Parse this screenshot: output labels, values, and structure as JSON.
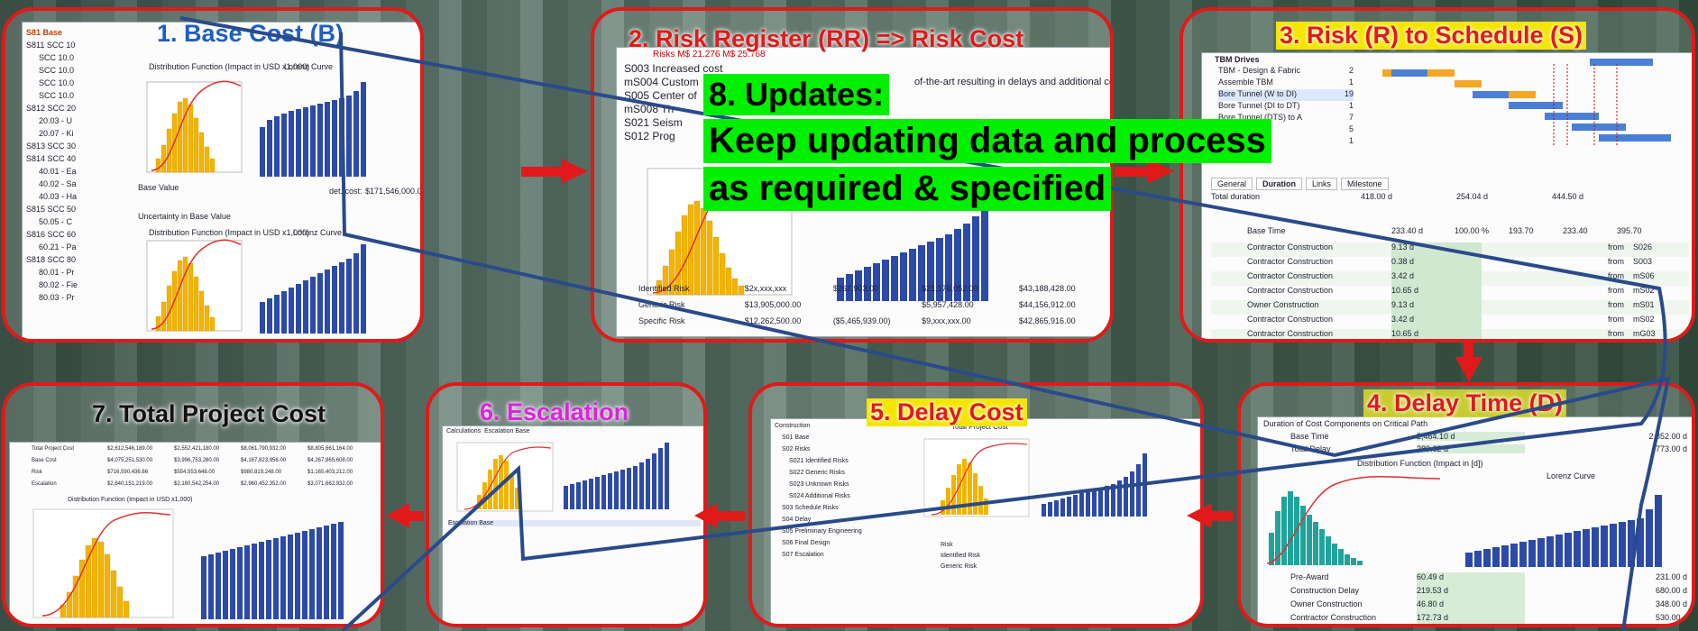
{
  "steps": {
    "s1": {
      "title": "1. Base Cost (B)",
      "color": "#1f5fbf"
    },
    "s2": {
      "title": "2. Risk Register (RR) => Risk Cost",
      "color": "#e01a1a"
    },
    "s3": {
      "title": "3. Risk (R) to Schedule (S)",
      "color": "#e01a1a"
    },
    "s4": {
      "title": "4. Delay Time (D)",
      "color": "#e01a1a"
    },
    "s5": {
      "title": "5. Delay Cost",
      "color": "#e01a1a"
    },
    "s6": {
      "title": "6. Escalation",
      "color": "#e020e0"
    },
    "s7": {
      "title": "7. Total Project Cost",
      "color": "#111111"
    }
  },
  "updates": {
    "heading": "8. Updates:",
    "line1": "Keep updating data and process",
    "line2": "as required & specified",
    "highlight": "#00f000"
  },
  "s1_shot": {
    "tree": [
      "S81 Base",
      "S811 SCC 10",
      "SCC 10.0",
      "SCC 10.0",
      "SCC 10.0",
      "SCC 10.0",
      "S812 SCC 20",
      "20.03 - U",
      "20.07 - Ki",
      "S813 SCC 30",
      "S814 SCC 40",
      "40.01 - Ea",
      "40.02 - Sa",
      "40.03 - Ha",
      "S815 SCC 50",
      "50.05 - C",
      "S816 SCC 60",
      "60.21 - Pa",
      "S818 SCC 80",
      "80.01 - Pr",
      "80.02 - Fie",
      "80.03 - Pr"
    ],
    "legend1": "Base Value",
    "legend2": "Uncertainty in Base Value",
    "dist_title": "Distribution Function (Impact in USD x1,000)",
    "lorenz": "Lorenz Curve",
    "det_cost": "det. cost:",
    "det_value": "$171,546,000.00"
  },
  "s2_shot": {
    "header": "Risks   M$ 21.276   M$ 25.768",
    "risks": [
      "S003 Increased cost",
      "mS004 Custom",
      "S005 Center of",
      "mS008 Th",
      "S021 Seism",
      "S012 Prog"
    ],
    "extra_text": "of-the-art resulting in delays and additional cc",
    "rows": [
      {
        "label": "Identified Risk",
        "c1": "$2x,xxx,xxx",
        "c2": "$267,903.00",
        "c3": "$21,176,052.00",
        "c4": "$43,188,428.00"
      },
      {
        "label": "Generic Risk",
        "c1": "$13,905,000.00",
        "c2": "",
        "c3": "$5,957,428.00",
        "c4": "$44,156,912.00"
      },
      {
        "label": "Specific Risk",
        "c1": "$12,262,500.00",
        "c2": "($5,465,939.00)",
        "c3": "$9,xxx,xxx.00",
        "c4": "$42,865,916.00"
      }
    ]
  },
  "s3_shot": {
    "tree_title": "TBM Drives",
    "tasks": [
      {
        "name": "TBM - Design & Fabric",
        "n": "2"
      },
      {
        "name": "Assemble TBM",
        "n": "1"
      },
      {
        "name": "Bore Tunnel (W to DI)",
        "n": "19"
      },
      {
        "name": "Bore Tunnel (DI to DT)",
        "n": "1"
      },
      {
        "name": "Bore Tunnel (DTS) to A",
        "n": "7"
      },
      {
        "name": "",
        "n": "5"
      },
      {
        "name": "",
        "n": "1"
      }
    ],
    "tabs": [
      "General",
      "Duration",
      "Links",
      "Milestone"
    ],
    "total": {
      "label": "Total duration",
      "v1": "418.00 d",
      "v2": "254.04 d",
      "v3": "444.50 d"
    },
    "base": {
      "label": "Base Time",
      "v1": "233.40 d",
      "pct": "100.00 %",
      "a": "193.70",
      "b": "233.40",
      "c": "395.70"
    },
    "rows": [
      {
        "label": "Contractor Construction",
        "d": "9.13 d",
        "from": "S026"
      },
      {
        "label": "Contractor Construction",
        "d": "0.38 d",
        "from": "S003"
      },
      {
        "label": "Contractor Construction",
        "d": "3.42 d",
        "from": "mS06"
      },
      {
        "label": "Contractor Construction",
        "d": "10.65 d",
        "from": "mS02"
      },
      {
        "label": "Owner Construction",
        "d": "9.13 d",
        "from": "mS01"
      },
      {
        "label": "Contractor Construction",
        "d": "3.42 d",
        "from": "mS02"
      },
      {
        "label": "Contractor Construction",
        "d": "10.65 d",
        "from": "mG03"
      }
    ],
    "from_word": "from"
  },
  "s4_shot": {
    "header": "Duration of Cost Components on Critical Path",
    "rows_top": [
      {
        "label": "Base Time",
        "v": "2,464.10 d",
        "v2": "2,852.00 d"
      },
      {
        "label": "Total Delay",
        "v": "280.62 d",
        "v2": "773.00 d"
      }
    ],
    "dist_title": "Distribution Function (Impact in [d])",
    "lorenz": "Lorenz Curve",
    "rows_bottom": [
      {
        "label": "Pre-Award",
        "v": "60.49 d",
        "v2": "231.00 d"
      },
      {
        "label": "Construction Delay",
        "v": "219.53 d",
        "v2": "680.00 d"
      },
      {
        "label": "Owner Construction",
        "v": "46.80 d",
        "v2": "348.00 d"
      },
      {
        "label": "Contractor Construction",
        "v": "172.73 d",
        "v2": "530.00 d"
      }
    ]
  },
  "s5_shot": {
    "header": "Total Project Cost",
    "rows": [
      "Construction",
      "S01 Base",
      "S02 Risks",
      "S021 Identified Risks",
      "S022 Generic Risks",
      "S023 Unknown Risks",
      "S024 Additional Risks",
      "S03 Schedule Risks",
      "S04 Delay",
      "S05 Preliminary Engineering",
      "S06 Final Design",
      "S07 Escalation"
    ],
    "sub": [
      "Risk",
      "Identified Risk",
      "Generic Risk"
    ]
  },
  "s6_shot": {
    "tabs": [
      "Calculations",
      "Escalation Base"
    ],
    "header": "Escalation Base"
  },
  "s7_shot": {
    "rows": [
      {
        "label": "Total Project Cost",
        "v1": "$2,612,546,189.00",
        "v2": "$2,552,421,180.00",
        "v3": "$8,061,790,932.00",
        "v4": "$8,805,661,164.00"
      },
      {
        "label": "Base Cost",
        "v1": "$4,075,251,530.00",
        "v2": "$3,996,753,280.00",
        "v3": "$4,167,823,956.00",
        "v4": "$4,267,865,608.00"
      },
      {
        "label": "Risk",
        "v1": "$716,590,436.66",
        "v2": "$554,553,648.00",
        "v3": "$980,819,248.00",
        "v4": "$1,165,403,212.00"
      },
      {
        "label": "Escalation",
        "v1": "$2,640,151,219.00",
        "v2": "$2,160,542,254.00",
        "v3": "$2,960,452,352.00",
        "v4": "$3,071,662,932.00"
      }
    ],
    "dist_title": "Distribution Function (Impact in USD x1,000)"
  }
}
